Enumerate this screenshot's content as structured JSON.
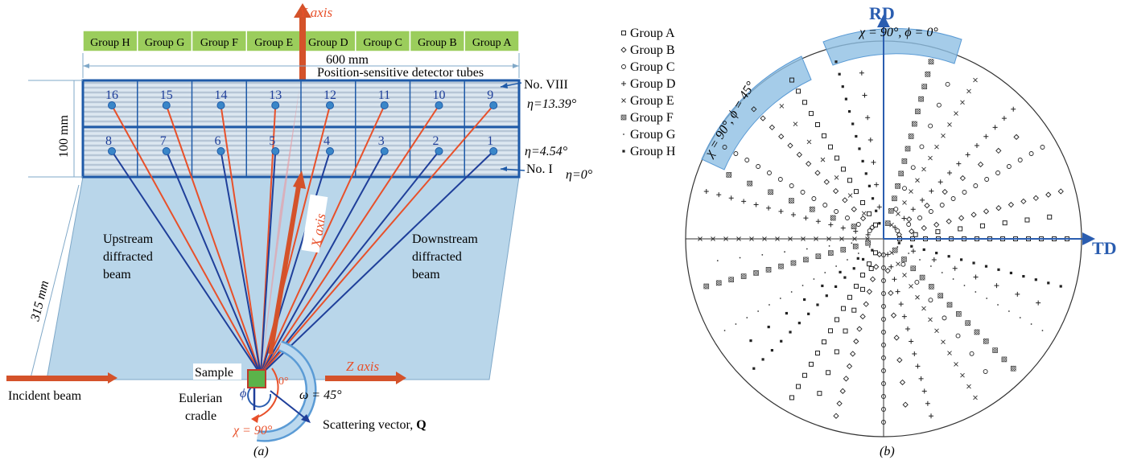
{
  "panel_a": {
    "groups": [
      "Group H",
      "Group G",
      "Group F",
      "Group E",
      "Group D",
      "Group C",
      "Group B",
      "Group A"
    ],
    "y_axis": "Y axis",
    "x_axis": "X axis",
    "z_axis": "Z axis",
    "dim_600": "600 mm",
    "psd_label": "Position-sensitive detector tubes",
    "dim_100": "100  mm",
    "dim_315": "315 mm",
    "tube_viii": "No. VIII",
    "tube_i": "No. I",
    "eta_1339": "η=13.39°",
    "eta_454": "η=4.54°",
    "eta_0": "η=0°",
    "detectors_top": [
      "16",
      "15",
      "14",
      "13",
      "12",
      "11",
      "10",
      "9"
    ],
    "detectors_bottom": [
      "8",
      "7",
      "6",
      "5",
      "4",
      "3",
      "2",
      "1"
    ],
    "upstream": [
      "Upstream",
      "diffracted",
      "beam"
    ],
    "downstream": [
      "Downstream",
      "diffracted",
      "beam"
    ],
    "sample": "Sample",
    "incident": "Incident beam",
    "cradle": [
      "Eulerian",
      "cradle"
    ],
    "omega": "ω = 45°",
    "chi": "χ = 90°",
    "phi": "ϕ",
    "zero_deg": "0°",
    "scatter": "Scattering vector, ",
    "scatter_q": "Q",
    "caption": "(a)",
    "colors": {
      "beam_red": "#e8502a",
      "beam_blue": "#1f3f9a",
      "panel": "#b9d6ea",
      "group_bg": "#9bcd5c",
      "detector_bg": "#cfe1ef",
      "frame": "#2d64b0"
    }
  },
  "panel_b": {
    "rd": "RD",
    "td": "TD",
    "top_label": "χ = 90°, ϕ = 0°",
    "diag_label": "χ = 90°, ϕ = 45°",
    "legend": [
      {
        "symbol": "open-square",
        "label": "Group A"
      },
      {
        "symbol": "open-diamond",
        "label": "Group B"
      },
      {
        "symbol": "open-circle",
        "label": "Group C"
      },
      {
        "symbol": "plus",
        "label": "Group D"
      },
      {
        "symbol": "cross",
        "label": "Group E"
      },
      {
        "symbol": "hatched-square",
        "label": "Group F"
      },
      {
        "symbol": "dot",
        "label": "Group G"
      },
      {
        "symbol": "filled-small-square",
        "label": "Group H"
      }
    ],
    "caption": "(b)"
  }
}
